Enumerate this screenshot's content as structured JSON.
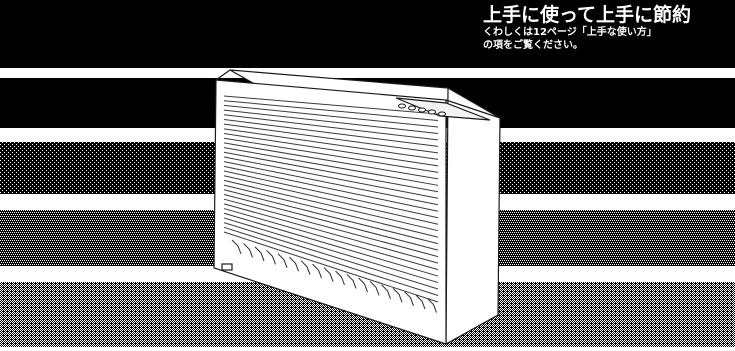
{
  "headline": {
    "title": "上手に使って上手に節約",
    "line1": "くわしくは12ページ「上手な使い方」",
    "line2": "の項をご覧ください。"
  },
  "illustration": {
    "subject": "heater-unit",
    "colors": {
      "band": "#000000",
      "background": "#ffffff",
      "outline": "#1a1a1a"
    }
  }
}
